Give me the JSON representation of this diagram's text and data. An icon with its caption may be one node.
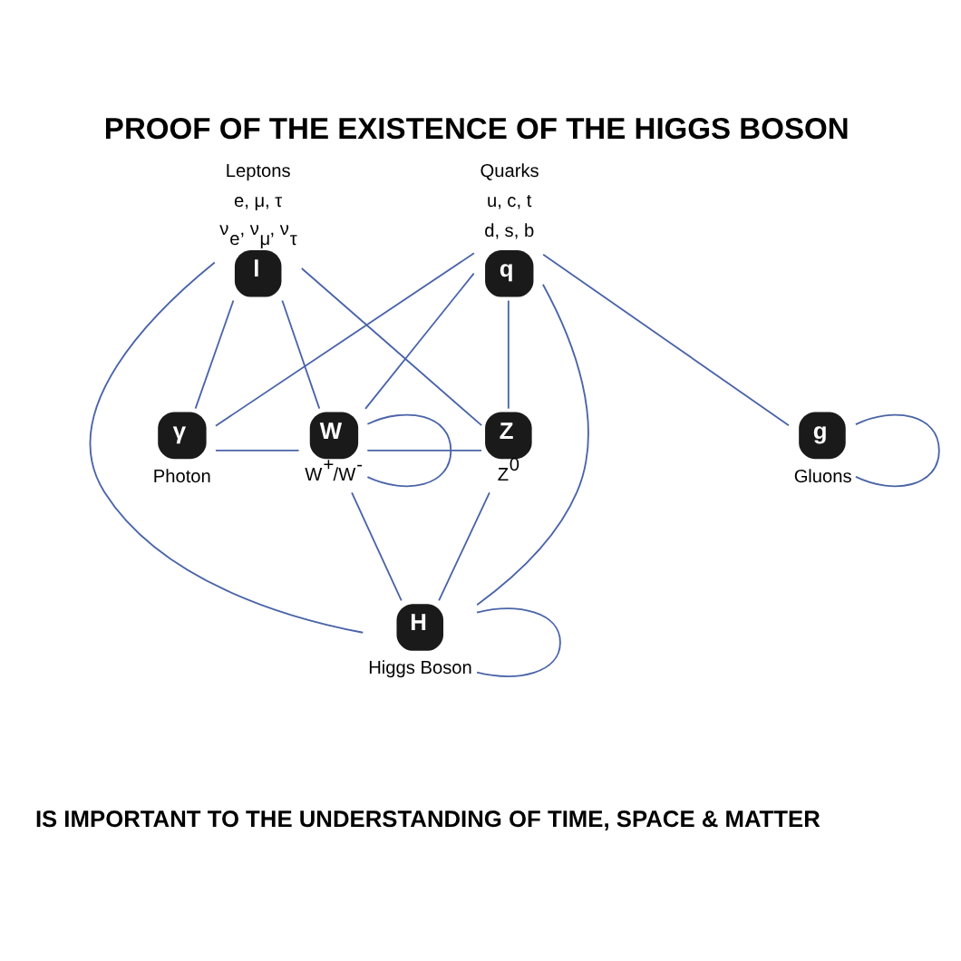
{
  "diagram": {
    "title": "PROOF OF THE EXISTENCE OF THE HIGGS BOSON",
    "caption": "IS IMPORTANT TO THE UNDERSTANDING OF TIME, SPACE & MATTER",
    "nodes": [
      {
        "text": [
          "l"
        ],
        "beside": [
          "Leptons",
          "e, μ, τ",
          "ν$_{e}$, ν$_{μ}$, ν$_{τ}$"
        ]
      },
      {
        "text": [
          "q"
        ],
        "beside": [
          "Quarks",
          "u, c, t",
          "d, s, b"
        ]
      },
      {
        "text": [
          "γ"
        ],
        "beside": [
          "Photon"
        ]
      },
      {
        "text": [
          "W"
        ],
        "beside": [
          "W$^{+}$/W$^{-}$"
        ]
      },
      {
        "text": [
          "Z"
        ],
        "beside": [
          "Z$^{0}$"
        ]
      },
      {
        "text": [
          "g"
        ],
        "beside": [
          "Gluons"
        ]
      },
      {
        "text": [
          "H"
        ],
        "beside": [
          "Higgs Boson"
        ]
      }
    ],
    "edges": [
      {
        "from": 0,
        "to": 2,
        "arrow": "none"
      },
      {
        "from": 0,
        "to": 6,
        "arrow": "none"
      },
      {
        "from": 0,
        "to": 3,
        "arrow": "none"
      },
      {
        "from": 0,
        "to": 4,
        "arrow": "none"
      },
      {
        "from": 1,
        "to": 2,
        "arrow": "none"
      },
      {
        "from": 1,
        "to": 3,
        "arrow": "none"
      },
      {
        "from": 1,
        "to": 4,
        "arrow": "none"
      },
      {
        "from": 1,
        "to": 6,
        "arrow": "none"
      },
      {
        "from": 1,
        "to": 5,
        "arrow": "none"
      },
      {
        "from": 2,
        "to": 3,
        "arrow": "none"
      },
      {
        "from": 3,
        "to": 3,
        "arrow": "none"
      },
      {
        "from": 3,
        "to": 4,
        "arrow": "none"
      },
      {
        "from": 3,
        "to": 6,
        "arrow": "none"
      },
      {
        "from": 4,
        "to": 6,
        "arrow": "none"
      },
      {
        "from": 5,
        "to": 5,
        "arrow": "none"
      },
      {
        "from": 6,
        "to": 6,
        "arrow": "none"
      }
    ]
  }
}
